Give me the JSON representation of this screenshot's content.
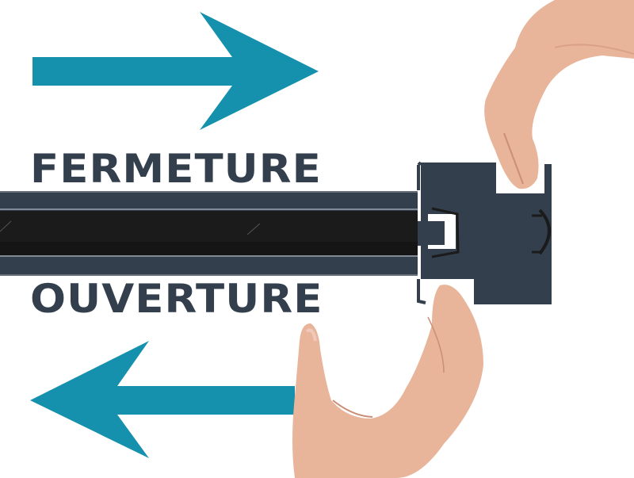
{
  "labels": {
    "closing": "FERMETURE",
    "opening": "OUVERTURE"
  },
  "arrows": {
    "closing_direction": "right",
    "opening_direction": "left"
  },
  "colors": {
    "arrow": "#1590ad",
    "text": "#333f4c",
    "profile": "#333f4c",
    "bar_core": "#1b1b1b",
    "skin": "#e8b49a",
    "skin_shadow": "#c98f77"
  }
}
